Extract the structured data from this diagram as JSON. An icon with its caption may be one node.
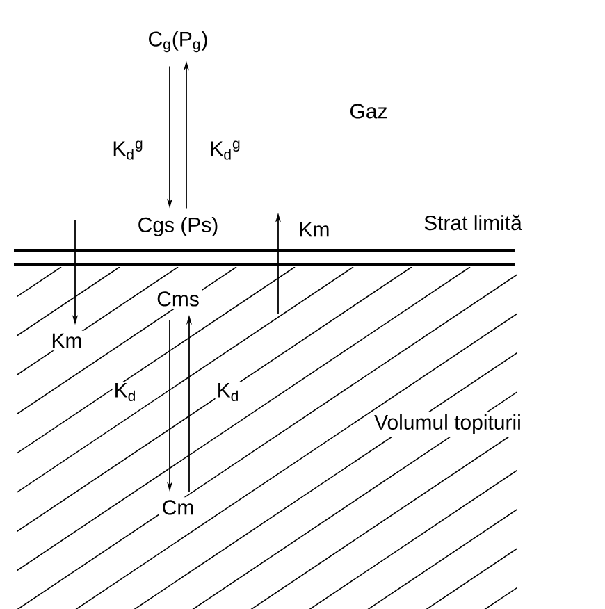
{
  "diagram": {
    "nodes": [
      {
        "text": [
          "C$_{g}$(P$_{g}$)"
        ]
      },
      {
        "text": [
          "Cgs (Ps)"
        ]
      },
      {
        "text": [
          "Cms"
        ]
      },
      {
        "text": [
          "Cm"
        ]
      },
      {
        "text": [
          "Km"
        ]
      }
    ],
    "edges": [
      {
        "from": 0,
        "to": 1,
        "arrow": "to",
        "label": "K$_{d}$$^{g}$"
      },
      {
        "from": 1,
        "to": 0,
        "arrow": "to",
        "label": "K$_{d}$$^{g}$"
      },
      {
        "from": 2,
        "to": 3,
        "arrow": "to",
        "label": "K$_{d}$"
      },
      {
        "from": 3,
        "to": 2,
        "arrow": "to",
        "label": "K$_{d}$"
      },
      {
        "from": null,
        "to": 4,
        "arrow": "to"
      }
    ],
    "labels": [
      "Gaz",
      "Km",
      "Strat limită",
      "Volumul topiturii"
    ]
  }
}
